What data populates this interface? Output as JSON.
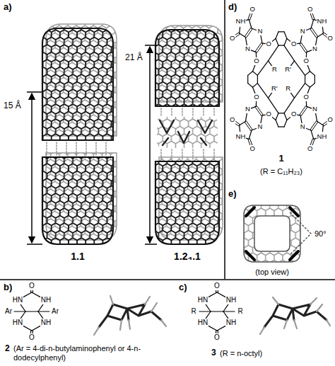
{
  "diagram": {
    "labels": [
      "a)",
      "15 Å",
      "21 Å",
      "1.1",
      "1.2₄.1",
      "d)",
      "O",
      "O",
      "N",
      "N",
      "O",
      "NH",
      "O",
      "O",
      "O",
      "N",
      "N",
      "O",
      "NH",
      "O",
      "O",
      "O",
      "N",
      "N",
      "O",
      "NH",
      "O",
      "O",
      "O",
      "N",
      "N",
      "O",
      "NH",
      "O",
      "R",
      "R'",
      "R'",
      "R",
      "1",
      "(R = C₁₁H₂₃)",
      "e)",
      "90°",
      "(top view)",
      "b)",
      "O",
      "HN",
      "NH",
      "Ar",
      "Ar",
      "HN",
      "NH",
      "O",
      "2",
      "(Ar = 4-di-n-butylaminophenyl or 4-n-dodecylphenyl)",
      "c)",
      "O",
      "HN",
      "NH",
      "R",
      "R",
      "HN",
      "NH",
      "O",
      "3",
      "(R = n-octyl)"
    ]
  }
}
